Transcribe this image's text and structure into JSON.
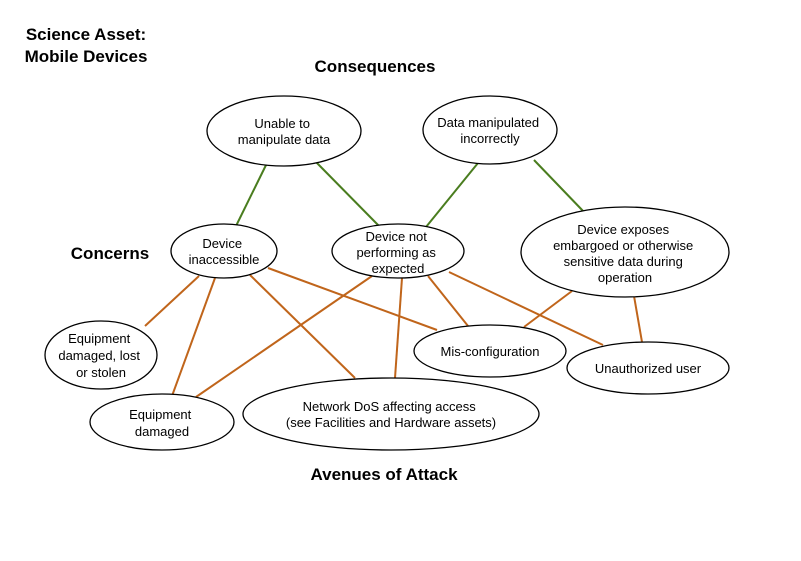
{
  "title": [
    "Science Asset:",
    "Mobile Devices"
  ],
  "headings": {
    "consequences": "Consequences",
    "concerns": "Concerns",
    "avenues": "Avenues of Attack"
  },
  "colors": {
    "consequence_link": "#4a7d1f",
    "attack_link": "#c0651b"
  },
  "nodes": {
    "unable": [
      "Unable to",
      "manipulate data"
    ],
    "manipulated": [
      "Data manipulated",
      "incorrectly"
    ],
    "inaccessible": [
      "Device",
      "inaccessible"
    ],
    "notperforming": [
      "Device not",
      "performing as",
      "expected"
    ],
    "exposes": [
      "Device exposes",
      "embargoed or otherwise",
      "sensitive data during",
      "operation"
    ],
    "damaged_lost": [
      "Equipment",
      "damaged, lost",
      "or stolen"
    ],
    "misconfig": [
      "Mis-configuration"
    ],
    "unauthorized": [
      "Unauthorized user"
    ],
    "equip_damaged": [
      "Equipment",
      "damaged"
    ],
    "dos": [
      "Network DoS affecting access",
      "(see Facilities and Hardware assets)"
    ]
  }
}
